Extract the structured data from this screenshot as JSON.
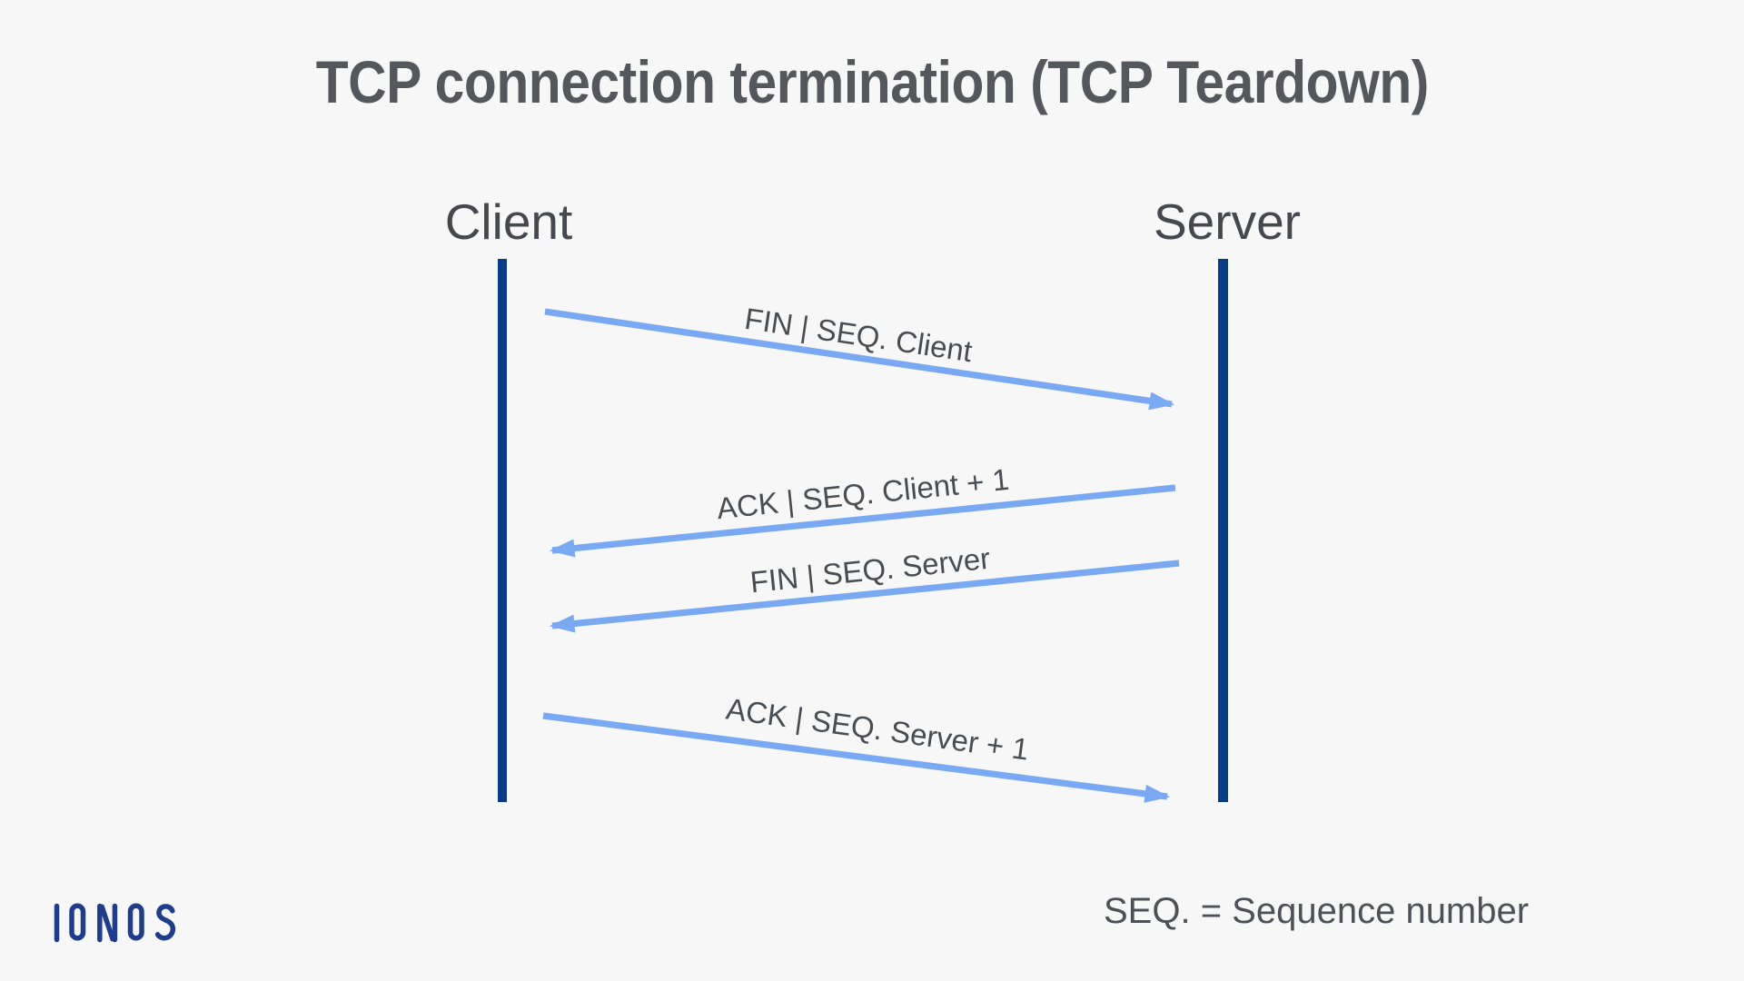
{
  "title": "TCP connection termination (TCP Teardown)",
  "colors": {
    "background": "#f7f7f8",
    "lifeline": "#083c86",
    "arrow": "#79a9f3",
    "logo": "#1e3d8f",
    "title_text": "#54585c",
    "actor_text": "#45494e",
    "label_text": "#484d52",
    "legend_text": "#4d5156"
  },
  "diagram": {
    "client_label": "Client",
    "server_label": "Server",
    "messages": [
      {
        "label": "FIN | SEQ. Client",
        "direction": "client-to-server"
      },
      {
        "label": "ACK | SEQ. Client + 1",
        "direction": "server-to-client"
      },
      {
        "label": "FIN | SEQ. Server",
        "direction": "server-to-client"
      },
      {
        "label": "ACK | SEQ. Server + 1",
        "direction": "client-to-server"
      }
    ]
  },
  "footer": {
    "logo": "IONOS",
    "legend": "SEQ. = Sequence number"
  }
}
